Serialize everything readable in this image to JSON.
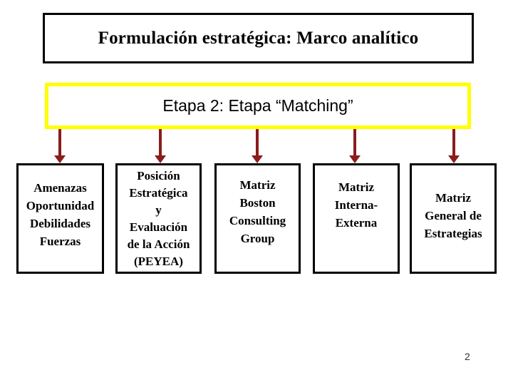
{
  "slide": {
    "title": "Formulación estratégica: Marco analítico",
    "stage": "Etapa 2: Etapa “Matching”",
    "page_number": "2"
  },
  "cards": [
    {
      "lines": [
        "Amenazas",
        "Oportunidad",
        "Debilidades",
        "Fuerzas"
      ]
    },
    {
      "lines": [
        "Posición",
        "Estratégica",
        "y",
        "Evaluación",
        "de la Acción",
        "(PEYEA)"
      ]
    },
    {
      "lines": [
        "Matriz",
        "Boston",
        "Consulting",
        "Group"
      ]
    },
    {
      "lines": [
        "Matriz",
        "Interna-",
        "Externa"
      ]
    },
    {
      "lines": [
        "Matriz",
        "General de",
        "Estrategias"
      ]
    }
  ],
  "arrows": {
    "icon": "down-arrow",
    "count": 5,
    "color": "#8B1C1C"
  },
  "colors": {
    "accent_yellow": "#FFFF00",
    "arrow_red": "#8B1C1C",
    "border_black": "#000000",
    "background": "#FFFFFF"
  }
}
